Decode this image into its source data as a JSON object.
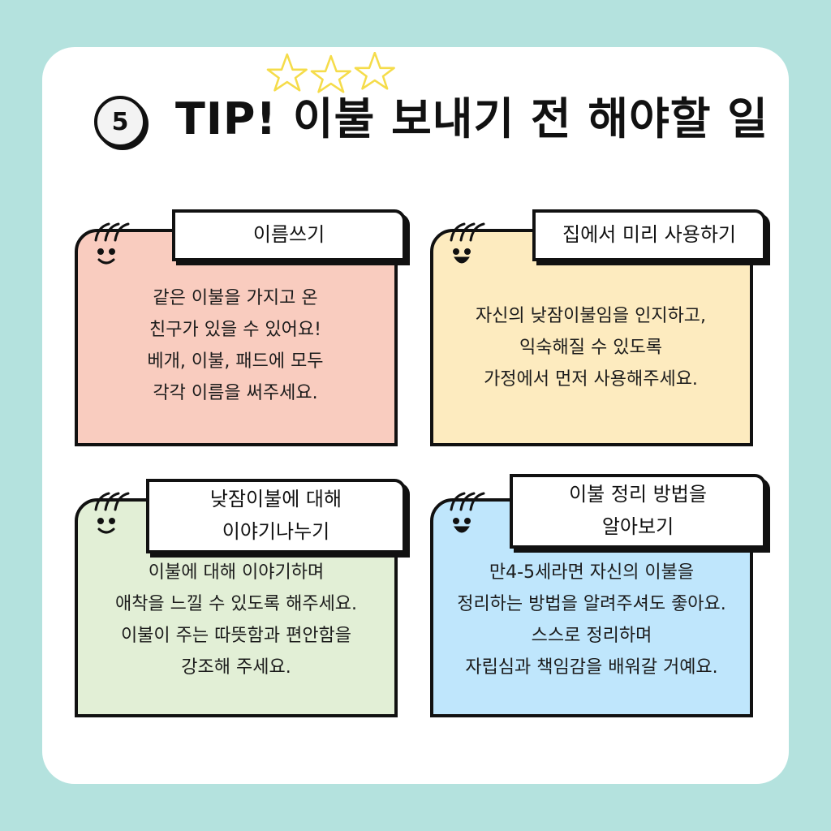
{
  "header": {
    "number": "5",
    "title": "TIP! 이불 보내기 전 해야할 일"
  },
  "colors": {
    "background": "#b4e2de",
    "card": "#ffffff",
    "tip1": "#f9ccbf",
    "tip2": "#fdebbf",
    "tip3": "#e2efd6",
    "tip4": "#bfe6fc",
    "stars": "#f5dc4a"
  },
  "tips": [
    {
      "label": [
        "이름쓰기"
      ],
      "lines": [
        "같은 이불을 가지고 온",
        "친구가 있을 수 있어요!",
        "베개, 이불, 패드에 모두",
        "각각 이름을 써주세요."
      ]
    },
    {
      "label": [
        "집에서 미리 사용하기"
      ],
      "lines": [
        "자신의 낮잠이불임을 인지하고,",
        "익숙해질 수 있도록",
        "가정에서 먼저 사용해주세요."
      ]
    },
    {
      "label": [
        "낮잠이불에 대해",
        "이야기나누기"
      ],
      "lines": [
        "이불에 대해 이야기하며",
        "애착을 느낄 수 있도록 해주세요.",
        "이불이 주는 따뜻함과 편안함을",
        "강조해 주세요."
      ]
    },
    {
      "label": [
        "이불 정리 방법을",
        "알아보기"
      ],
      "lines": [
        "만4-5세라면 자신의 이불을",
        "정리하는 방법을 알려주셔도 좋아요.",
        "스스로 정리하며",
        "자립심과 책임감을 배워갈 거예요."
      ]
    }
  ]
}
